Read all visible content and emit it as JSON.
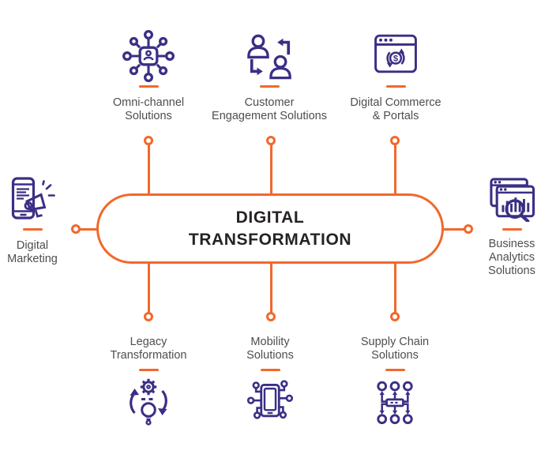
{
  "diagram": {
    "title": {
      "line1": "DIGITAL",
      "line2": "TRANSFORMATION"
    },
    "colors": {
      "accent_orange": "#F2682B",
      "icon_indigo": "#3A2F85",
      "label_gray": "#4D4E50",
      "title_dark": "#272222",
      "background": "#FFFFFF"
    },
    "items": [
      {
        "id": "omni-channel",
        "icon": "network-hub-icon",
        "label_lines": [
          "Omni-channel",
          "Solutions"
        ]
      },
      {
        "id": "customer-engagement",
        "icon": "people-exchange-icon",
        "label_lines": [
          "Customer",
          "Engagement Solutions"
        ]
      },
      {
        "id": "digital-commerce",
        "icon": "browser-dollar-icon",
        "label_lines": [
          "Digital Commerce",
          "& Portals"
        ]
      },
      {
        "id": "digital-marketing",
        "icon": "phone-megaphone-icon",
        "label_lines": [
          "Digital",
          "Marketing"
        ]
      },
      {
        "id": "business-analytics",
        "icon": "analytics-magnifier-icon",
        "label_lines": [
          "Business",
          "Analytics",
          "Solutions"
        ]
      },
      {
        "id": "legacy-transformation",
        "icon": "gear-bulb-cycle-icon",
        "label_lines": [
          "Legacy",
          "Transformation"
        ]
      },
      {
        "id": "mobility",
        "icon": "phone-circuit-icon",
        "label_lines": [
          "Mobility",
          "Solutions"
        ]
      },
      {
        "id": "supply-chain",
        "icon": "distribution-network-icon",
        "label_lines": [
          "Supply Chain",
          "Solutions"
        ]
      }
    ]
  }
}
